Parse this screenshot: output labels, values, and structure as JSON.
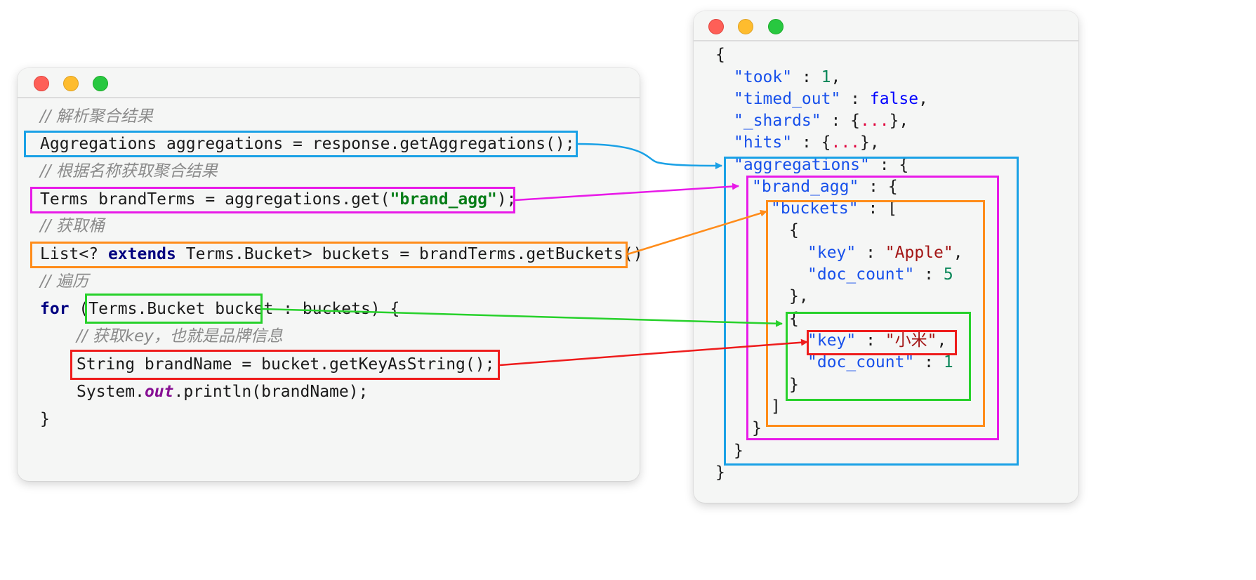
{
  "colors": {
    "blue": "#1aa1e6",
    "magenta": "#e81ae8",
    "orange": "#ff8c1a",
    "green": "#27d12b",
    "red": "#ee1c1c"
  },
  "java_code": {
    "comment_parse": "// 解析聚合结果",
    "line_aggregations": "Aggregations aggregations = response.getAggregations();",
    "comment_get_by_name": "// 根据名称获取聚合结果",
    "line_terms_prefix": "Terms brandTerms = aggregations.get(",
    "line_terms_string": "\"brand_agg\"",
    "line_terms_suffix": ");",
    "comment_buckets": "// 获取桶",
    "line_list_prefix": "List<? ",
    "line_list_keyword": "extends",
    "line_list_suffix": " Terms.Bucket> buckets = brandTerms.getBuckets();",
    "comment_iterate": "// 遍历",
    "line_for_keyword": "for",
    "line_for_rest": " (Terms.Bucket bucket : buckets) {",
    "comment_get_key": "// 获取key，也就是品牌信息",
    "line_brandname": "String brandName = bucket.getKeyAsString();",
    "line_println_prefix": "System.",
    "line_println_field": "out",
    "line_println_suffix": ".println(brandName);",
    "line_close": "}"
  },
  "json_code": {
    "open": "{",
    "took_key": "\"took\"",
    "took_value": "1",
    "timed_out_key": "\"timed_out\"",
    "timed_out_value": "false",
    "shards_key": "\"_shards\"",
    "hits_key": "\"hits\"",
    "ellipsis": "...",
    "aggregations_key": "\"aggregations\"",
    "brand_agg_key": "\"brand_agg\"",
    "buckets_key": "\"buckets\"",
    "key_label": "\"key\"",
    "doc_count_label": "\"doc_count\"",
    "bucket1_key_value": "\"Apple\"",
    "bucket1_doc_count": "5",
    "bucket2_key_value": "\"小米\"",
    "bucket2_doc_count": "1",
    "close": "}"
  }
}
